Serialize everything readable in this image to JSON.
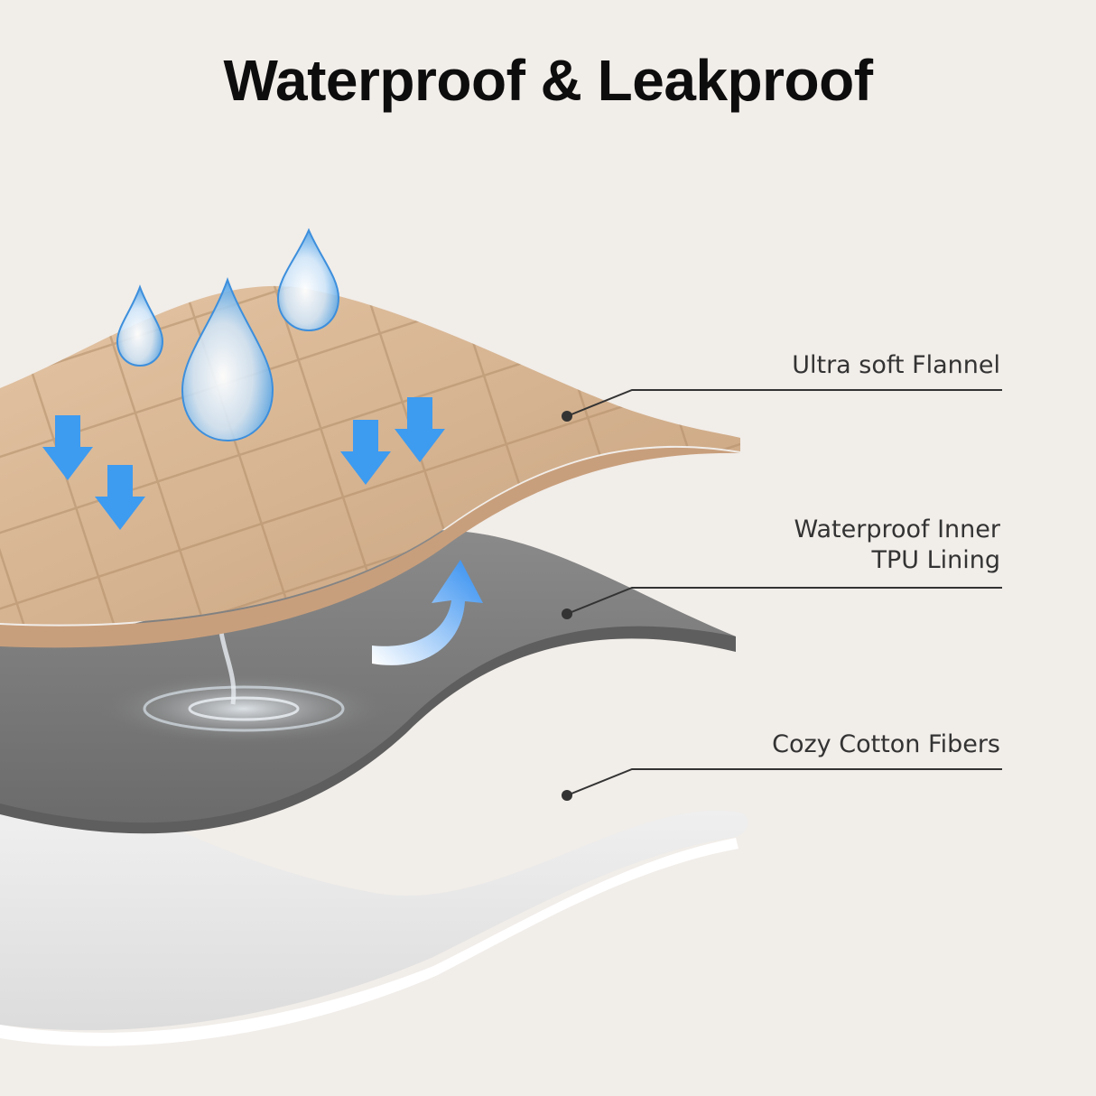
{
  "title": "Waterproof & Leakproof",
  "layers": [
    {
      "label": "Ultra soft Flannel",
      "color": "#d9b796"
    },
    {
      "label_line1": "Waterproof Inner",
      "label_line2": "TPU Lining",
      "color": "#7b7b7b"
    },
    {
      "label": "Cozy Cotton Fibers",
      "color": "#ebebeb"
    }
  ],
  "accent": {
    "water_arrow": "#3d9bf0",
    "leader_line": "#333333"
  }
}
